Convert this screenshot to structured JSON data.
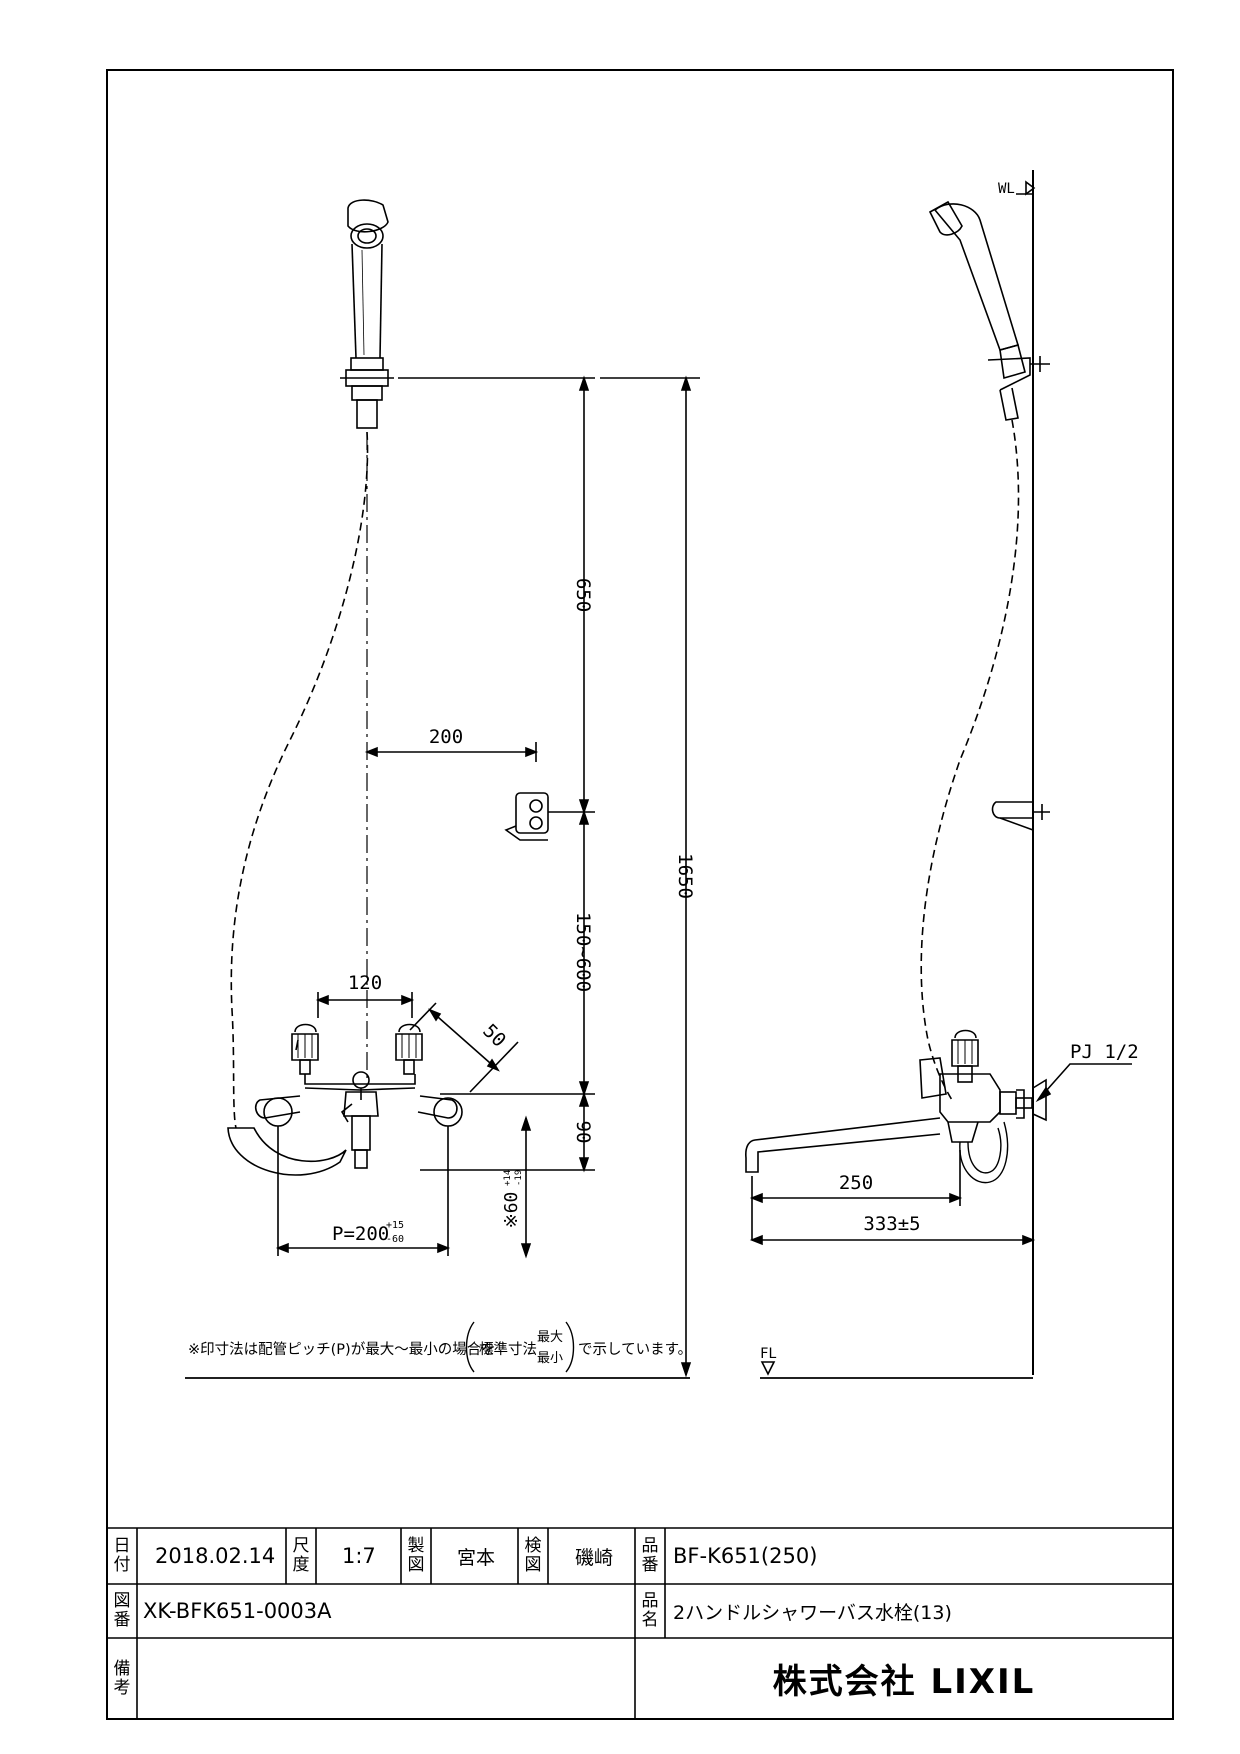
{
  "dimensions": {
    "height_650": "650",
    "height_1650": "1650",
    "range_150_600": "150~600",
    "offset_200": "200",
    "handle_120": "120",
    "angle_50": "50",
    "drop_90": "90",
    "pitch_base": "P=200",
    "pitch_tol_upper": "+15",
    "pitch_tol_lower": "-60",
    "star_60_base": "※60",
    "star_60_tol_upper": "+14",
    "star_60_tol_lower": "-19",
    "spout_250": "250",
    "depth_333": "333±5",
    "pipe_thread": "PJ 1/2",
    "wl_label": "WL",
    "fl_label": "FL"
  },
  "note": {
    "part1": "※印寸法は配管ピッチ(P)が最大～最小の場合を",
    "inner": "標準寸法",
    "max": "最大",
    "min": "最小",
    "part2": "で示しています。"
  },
  "title_block": {
    "date_label": [
      "日",
      "付"
    ],
    "date_value": "2018.02.14",
    "scale_label": [
      "尺",
      "度"
    ],
    "scale_value": "1:7",
    "drawn_label": [
      "製",
      "図"
    ],
    "drawn_value": "宮本",
    "checked_label": [
      "検",
      "図"
    ],
    "checked_value": "磯崎",
    "part_no_label": [
      "品",
      "番"
    ],
    "part_no_value": "BF-K651(250)",
    "drawing_no_label": [
      "図",
      "番"
    ],
    "drawing_no_value": "XK-BFK651-0003A",
    "product_name_label": [
      "品",
      "名"
    ],
    "product_name_value": "2ハンドルシャワーバス水栓(13)",
    "remarks_label": [
      "備",
      "考"
    ],
    "remarks_value": "",
    "company": "株式会社 LIXIL"
  }
}
